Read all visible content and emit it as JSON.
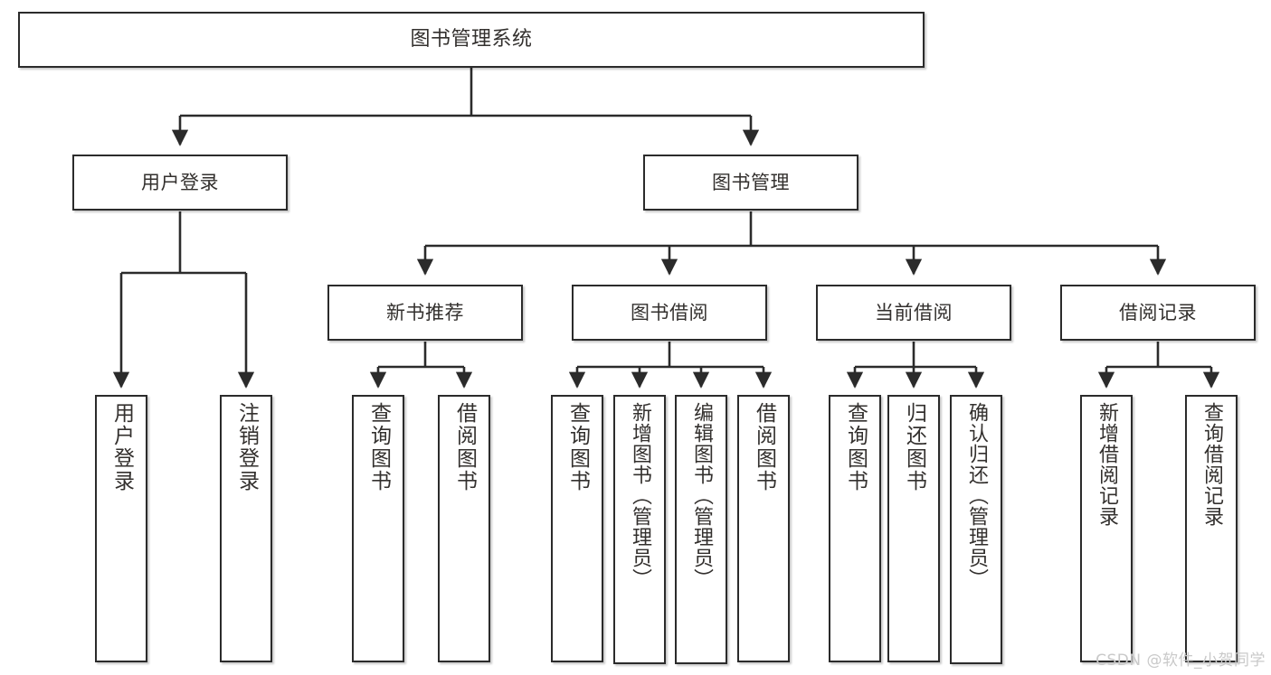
{
  "diagram": {
    "title": "图书管理系统",
    "watermark": "CSDN @软件_小贺同学",
    "colors": {
      "box_border": "#2b2b2b",
      "box_fill": "#ffffff",
      "text": "#33302e",
      "edge": "#2b2b2b",
      "watermark": "#c9c9c9"
    },
    "levels": {
      "root": "图书管理系统",
      "level2": [
        "用户登录",
        "图书管理"
      ],
      "level3": [
        "新书推荐",
        "图书借阅",
        "当前借阅",
        "借阅记录"
      ]
    },
    "nodes": {
      "root": {
        "label": "图书管理系统"
      },
      "user_login": {
        "label": "用户登录"
      },
      "book_manage": {
        "label": "图书管理"
      },
      "new_book_rec": {
        "label": "新书推荐"
      },
      "book_borrow": {
        "label": "图书借阅"
      },
      "current_borrow": {
        "label": "当前借阅"
      },
      "borrow_record": {
        "label": "借阅记录"
      },
      "leaf_user_login": {
        "label": "用户登录"
      },
      "leaf_logout": {
        "label": "注销登录"
      },
      "leaf_query_book_1": {
        "label": "查询图书"
      },
      "leaf_borrow_book_1": {
        "label": "借阅图书"
      },
      "leaf_query_book_2": {
        "label": "查询图书"
      },
      "leaf_add_book": {
        "label": "新增图书（管理员）"
      },
      "leaf_edit_book": {
        "label": "编辑图书（管理员）"
      },
      "leaf_borrow_book_2": {
        "label": "借阅图书"
      },
      "leaf_query_book_3": {
        "label": "查询图书"
      },
      "leaf_return_book": {
        "label": "归还图书"
      },
      "leaf_confirm_return": {
        "label": "确认归还（管理员）"
      },
      "leaf_add_record": {
        "label": "新增借阅记录"
      },
      "leaf_query_record": {
        "label": "查询借阅记录"
      }
    }
  }
}
